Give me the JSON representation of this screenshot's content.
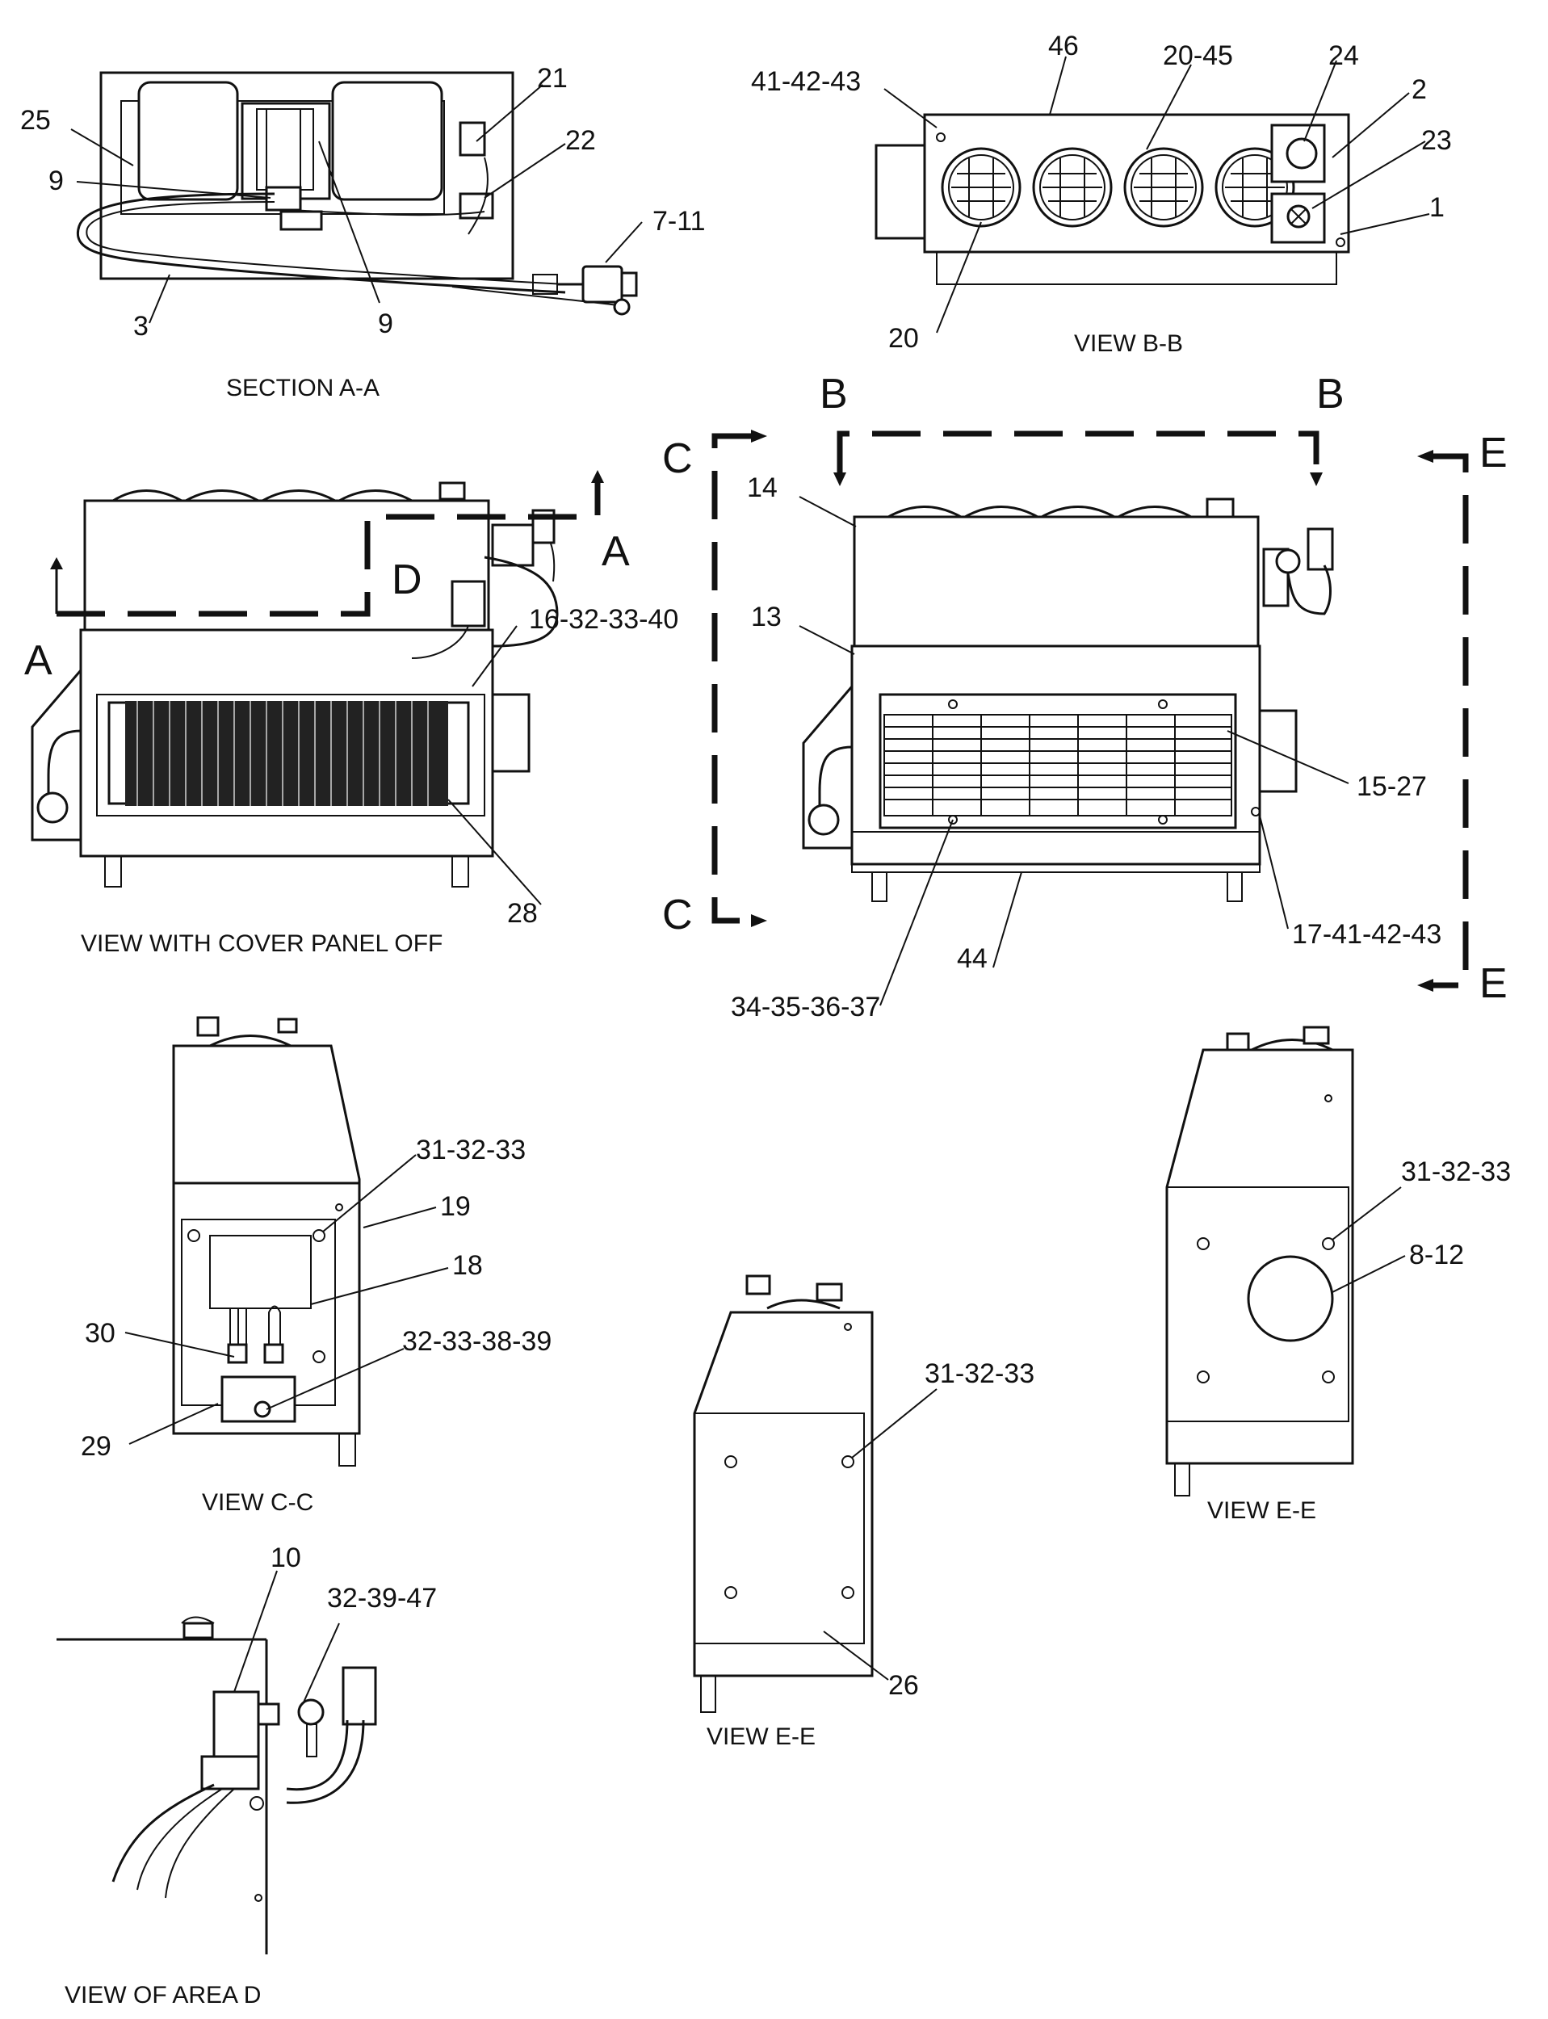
{
  "drawing": {
    "views": {
      "section_aa": "SECTION A-A",
      "view_bb": "VIEW B-B",
      "cover_off": "VIEW WITH COVER PANEL OFF",
      "view_cc": "VIEW C-C",
      "view_ee_1": "VIEW E-E",
      "view_ee_2": "VIEW E-E",
      "area_d": "VIEW OF AREA  D"
    },
    "section_markers": {
      "a1": "A",
      "a2": "A",
      "b1": "B",
      "b2": "B",
      "c1": "C",
      "c2": "C",
      "d": "D",
      "e1": "E",
      "e2": "E"
    },
    "callouts": {
      "c25": "25",
      "c21": "21",
      "c22": "22",
      "c9a": "9",
      "c9b": "9",
      "c3": "3",
      "c7_11": "7-11",
      "c41_42_43": "41-42-43",
      "c46": "46",
      "c20_45": "20-45",
      "c24": "24",
      "c2": "2",
      "c23": "23",
      "c1": "1",
      "c20": "20",
      "c16_32_33_40": "16-32-33-40",
      "c28": "28",
      "c14": "14",
      "c13": "13",
      "c15_27": "15-27",
      "c17_41_42_43": "17-41-42-43",
      "c44": "44",
      "c34_35_36_37": "34-35-36-37",
      "c31_32_33_a": "31-32-33",
      "c19": "19",
      "c18": "18",
      "c30": "30",
      "c32_33_38_39": "32-33-38-39",
      "c29": "29",
      "c31_32_33_b": "31-32-33",
      "c26": "26",
      "c31_32_33_c": "31-32-33",
      "c8_12": "8-12",
      "c10": "10",
      "c32_39_47": "32-39-47"
    }
  }
}
